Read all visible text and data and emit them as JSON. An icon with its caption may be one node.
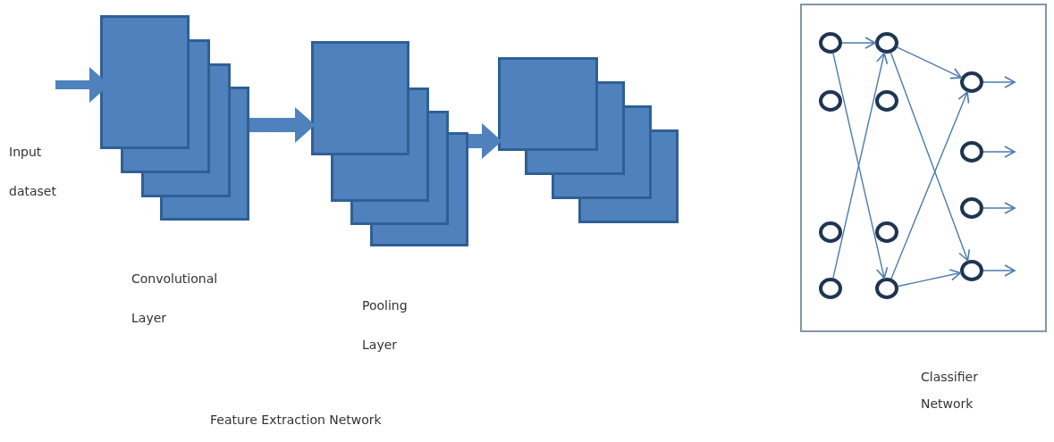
{
  "diagram": {
    "nodes": [
      {
        "text": [],
        "shape": "box"
      },
      {
        "text": [],
        "shape": "box"
      },
      {
        "text": [],
        "shape": "box"
      },
      {
        "text": [
          "Classifier Network"
        ]
      },
      {
        "text": [],
        "shape": "circle",
        "in": 3
      },
      {
        "text": [],
        "shape": "circle",
        "in": 3
      },
      {
        "text": [],
        "shape": "circle",
        "in": 3
      },
      {
        "text": [],
        "shape": "circle",
        "in": 3
      },
      {
        "text": [],
        "shape": "circle",
        "in": 3
      },
      {
        "text": [],
        "shape": "circle",
        "in": 3
      },
      {
        "text": [],
        "shape": "circle",
        "in": 3
      },
      {
        "text": [],
        "shape": "circle",
        "in": 3
      },
      {
        "text": [],
        "shape": "circle",
        "in": 3
      },
      {
        "text": [],
        "shape": "circle",
        "in": 3
      },
      {
        "text": [],
        "shape": "circle",
        "in": 3
      },
      {
        "text": [],
        "shape": "circle",
        "in": 3
      }
    ],
    "edges": [
      {
        "from": null,
        "to": 0,
        "arrow": "to",
        "style": "thick",
        "color": "#4f81bd"
      },
      {
        "from": 0,
        "to": 1,
        "arrow": "to",
        "style": "thick",
        "color": "#4f81bd"
      },
      {
        "from": 1,
        "to": 2,
        "arrow": "to",
        "style": "thick",
        "color": "#4f81bd"
      },
      {
        "from": 4,
        "to": 8,
        "arrow": "to"
      },
      {
        "from": 4,
        "to": 11,
        "arrow": "to"
      },
      {
        "from": 7,
        "to": 8,
        "arrow": "to"
      },
      {
        "from": 8,
        "to": 12,
        "arrow": "to"
      },
      {
        "from": 8,
        "to": 15,
        "arrow": "to"
      },
      {
        "from": 11,
        "to": 12,
        "arrow": "to"
      },
      {
        "from": 11,
        "to": 15,
        "arrow": "to"
      },
      {
        "from": 12,
        "to": null,
        "arrow": "to"
      },
      {
        "from": 13,
        "to": null,
        "arrow": "to"
      },
      {
        "from": 14,
        "to": null,
        "arrow": "to"
      },
      {
        "from": 15,
        "to": null,
        "arrow": "to"
      }
    ],
    "labels": [
      "Input dataset",
      "Convolutional Layer",
      "Pooling Layer",
      "Feature Extraction Network"
    ]
  }
}
